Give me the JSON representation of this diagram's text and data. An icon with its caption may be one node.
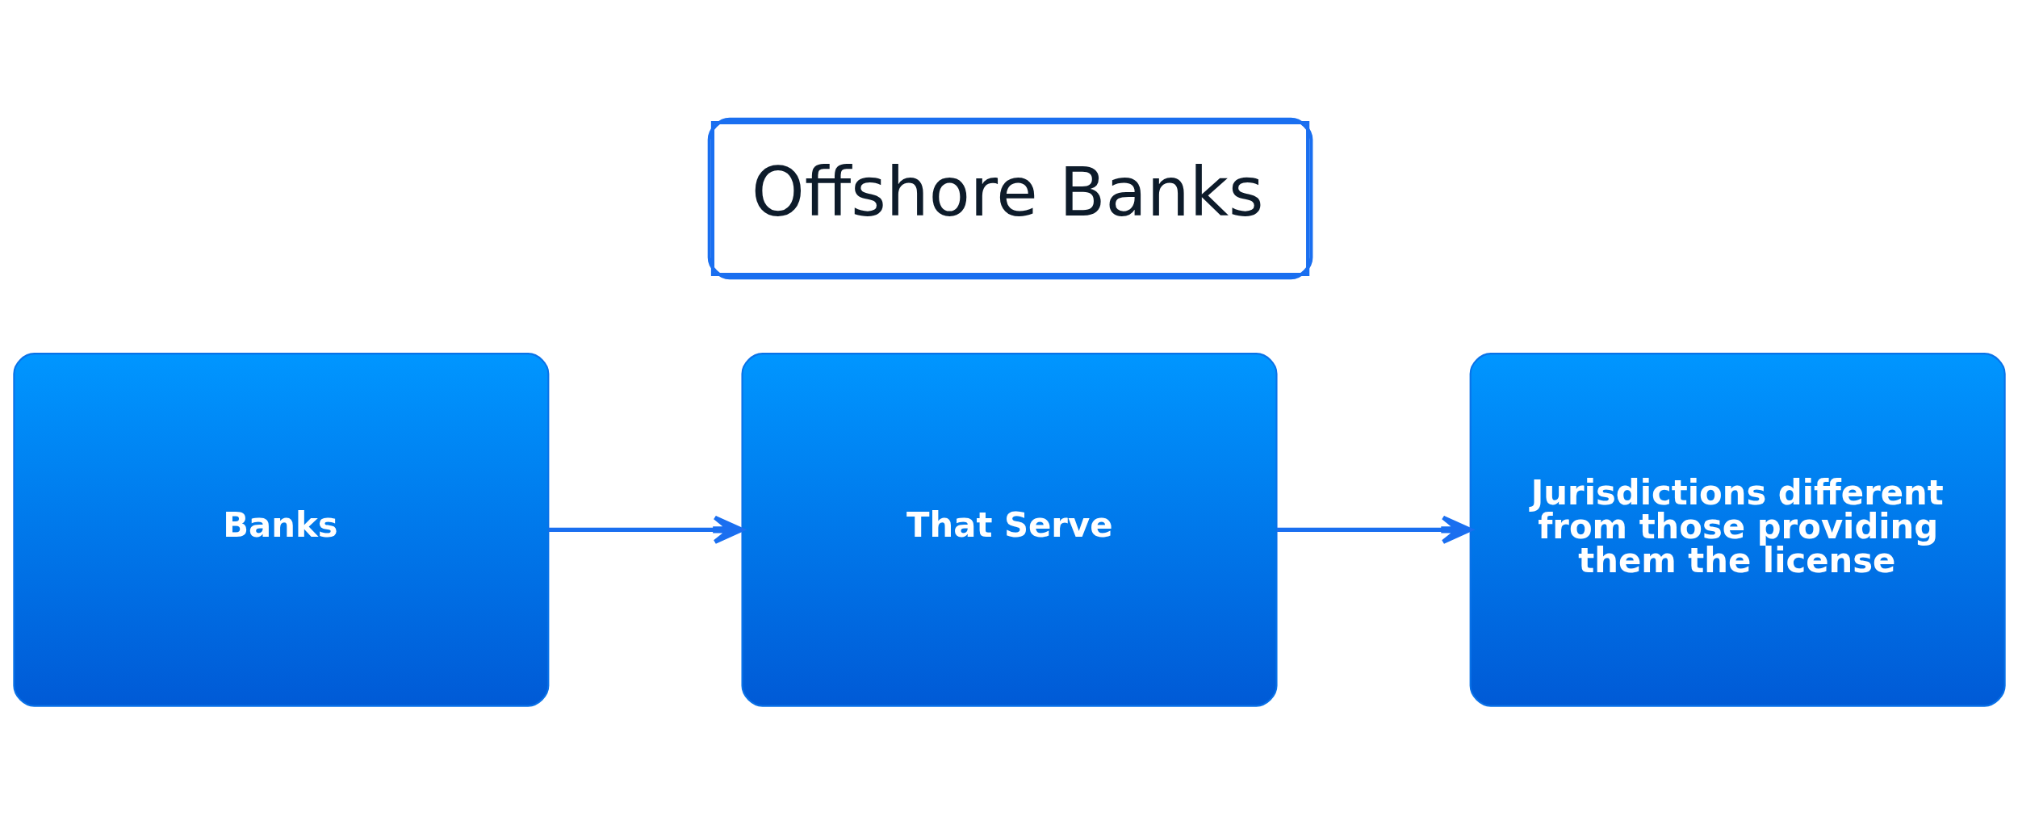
{
  "diagram": {
    "title": "Offshore Banks",
    "nodes": [
      {
        "text": [
          "Banks"
        ]
      },
      {
        "text": [
          "That Serve"
        ]
      },
      {
        "text": [
          "Jurisdictions different from those providing them the license"
        ]
      }
    ],
    "edges": [
      {
        "from": 0,
        "to": 1,
        "arrow": "to"
      },
      {
        "from": 1,
        "to": 2,
        "arrow": "to"
      }
    ]
  }
}
